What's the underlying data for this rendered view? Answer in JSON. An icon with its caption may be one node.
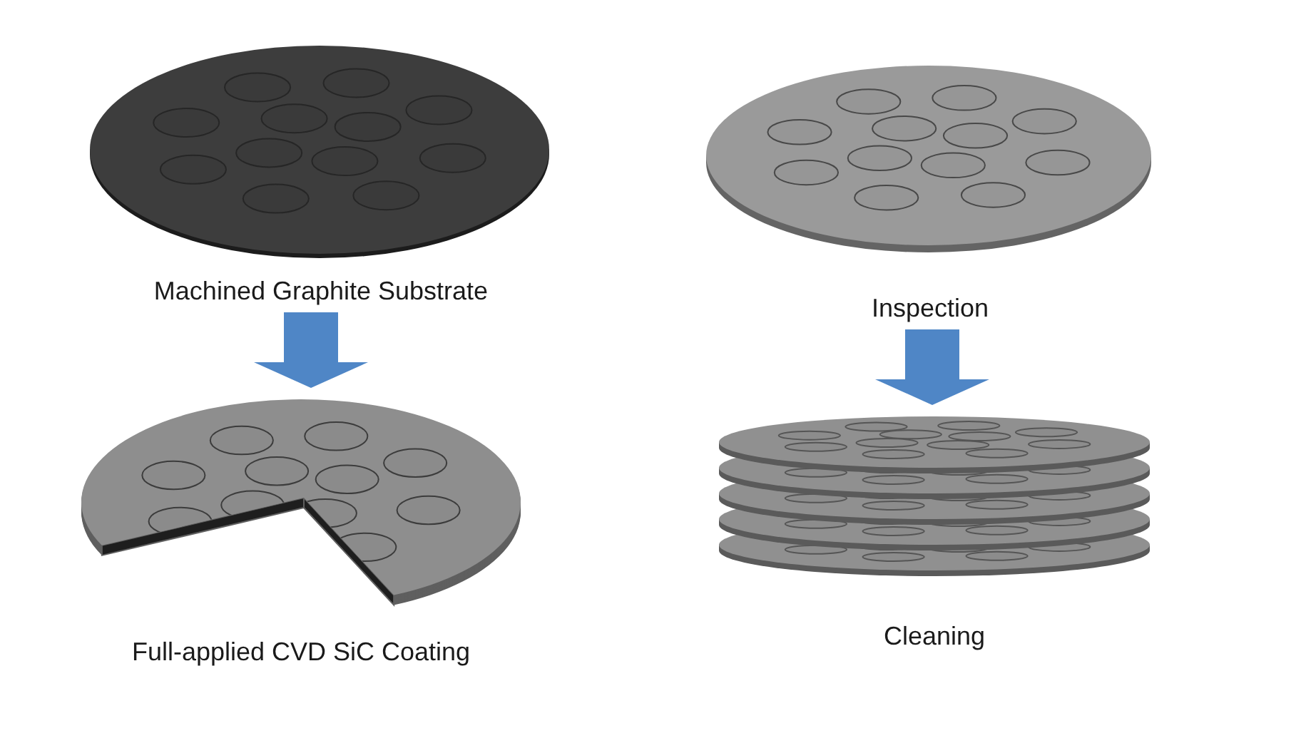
{
  "diagram": {
    "nodes": [
      {
        "text": [
          "Machined Graphite Substrate"
        ]
      },
      {
        "text": [
          "Full-applied CVD SiC Coating"
        ]
      },
      {
        "text": [
          "Inspection"
        ]
      },
      {
        "text": [
          "Cleaning"
        ]
      }
    ],
    "edges": [
      {
        "from": 0,
        "to": 1,
        "arrow": "to"
      },
      {
        "from": 2,
        "to": 3,
        "arrow": "to"
      }
    ]
  }
}
